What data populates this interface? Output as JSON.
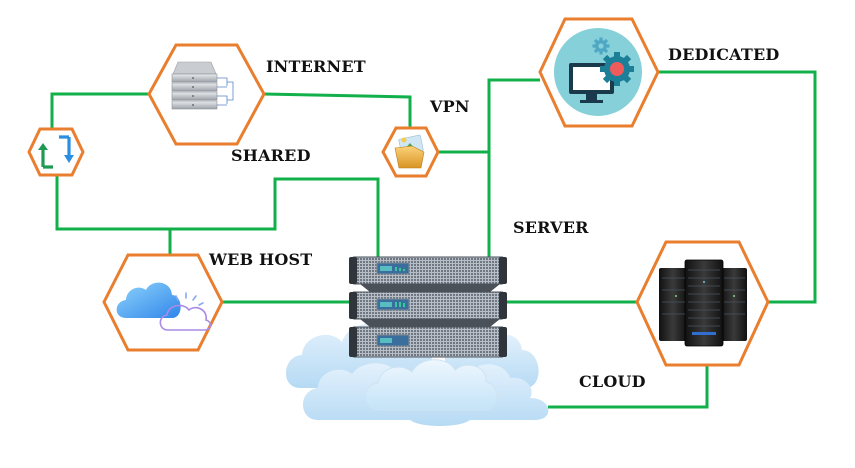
{
  "diagram": {
    "title": "Hosting network diagram",
    "colors": {
      "connector": "#12b04a",
      "hexagon_border": "#e97e2e",
      "label_text": "#111111",
      "cloud_light": "#cfe6f8",
      "cloud_mid": "#a9d2f1",
      "server_panel": "#9aa3ad",
      "monitor_bg": "#86d0d9",
      "gear_accent": "#1d7f97",
      "alert_dot": "#ef5b5b"
    },
    "labels": {
      "internet": "INTERNET",
      "vpn": "VPN",
      "shared": "SHARED",
      "dedicated": "DEDICATED",
      "server": "SERVER",
      "web_host": "WEB HOST",
      "cloud": "CLOUD"
    },
    "nodes": [
      {
        "id": "internet",
        "icon": "server-stack-icon"
      },
      {
        "id": "sync",
        "icon": "sync-arrows-icon"
      },
      {
        "id": "vpn",
        "icon": "folder-icon"
      },
      {
        "id": "dedicated",
        "icon": "monitor-gear-icon"
      },
      {
        "id": "web-host",
        "icon": "cloud-weather-icon"
      },
      {
        "id": "cloud",
        "icon": "server-racks-icon"
      },
      {
        "id": "central-server",
        "icon": "cloud-server-icon"
      }
    ],
    "connections": [
      {
        "from": "sync",
        "to": "internet"
      },
      {
        "from": "internet",
        "to": "vpn"
      },
      {
        "from": "vpn",
        "to": "central-server"
      },
      {
        "from": "vpn",
        "to": "dedicated"
      },
      {
        "from": "sync",
        "to": "web-host"
      },
      {
        "from": "web-host",
        "to": "central-server"
      },
      {
        "from": "shared",
        "to": "central-server"
      },
      {
        "from": "dedicated",
        "to": "cloud"
      },
      {
        "from": "central-server",
        "to": "cloud"
      },
      {
        "from": "cloud",
        "to": "central-server-base"
      }
    ]
  }
}
